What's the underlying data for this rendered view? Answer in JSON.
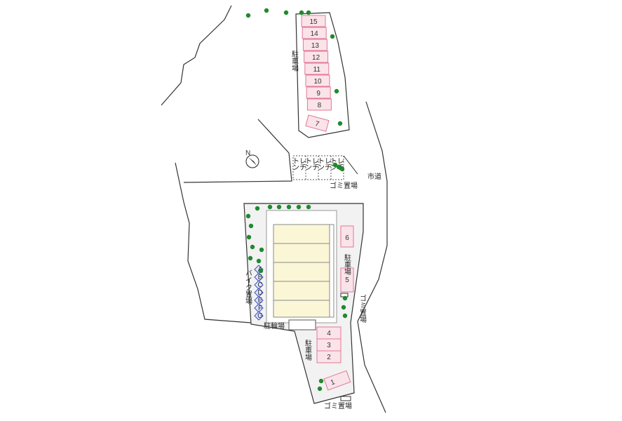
{
  "colors": {
    "outline": "#333333",
    "site_fill": "#f2f2f2",
    "parking_fill": "#fbe3ea",
    "parking_stroke": "#e07a94",
    "building_fill": "#fbf6d6",
    "building_stroke": "#8a8a8a",
    "tree": "#1f8a2e",
    "bike_stroke": "#3b4fc4",
    "bike_fill": "#dfe6ff"
  },
  "labels": {
    "north_parking": "駐車場",
    "city_road": "市道",
    "trash_1": "ゴミ置場",
    "trash_2": "ゴミ置場",
    "trash_3": "ゴミ置場",
    "east_parking": "駐車場",
    "south_parking": "駐車場",
    "bike_parking": "バイク置場",
    "bicycle_parking": "駐輪場",
    "trench": "トレンチ"
  },
  "north_lot_numbers": [
    "15",
    "14",
    "13",
    "12",
    "11",
    "10",
    "9",
    "8"
  ],
  "north_lot_angled": "7",
  "east_lot_numbers": [
    "6",
    "5"
  ],
  "south_lot_numbers": [
    "4",
    "3",
    "2"
  ],
  "south_lot_angled": "1",
  "bike_letters": [
    "A",
    "B",
    "C",
    "D",
    "E",
    "F",
    "G"
  ],
  "compass_icon": "north-arrow-icon",
  "tree_icon": "tree-icon"
}
